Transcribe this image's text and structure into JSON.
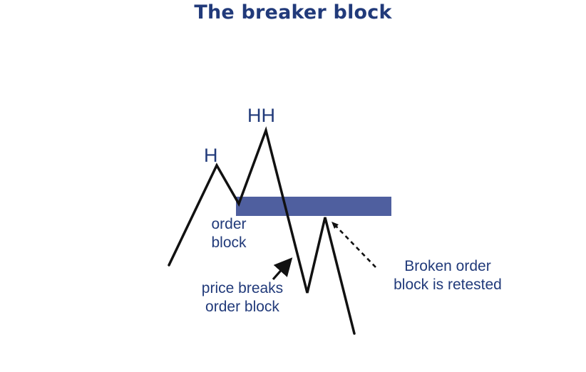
{
  "title": "The breaker block",
  "peaks": {
    "high": "H",
    "higher_high": "HH"
  },
  "labels": {
    "order_block": [
      "order",
      "block"
    ],
    "price_breaks": [
      "price breaks",
      "order block"
    ],
    "retested": [
      "Broken order",
      "block is retested"
    ]
  },
  "colors": {
    "text": "#213a7a",
    "zone": "#4f5f9f",
    "line": "#111111"
  },
  "icons": {
    "solid_arrow": "arrow-solid",
    "dashed_arrow": "arrow-dashed"
  }
}
